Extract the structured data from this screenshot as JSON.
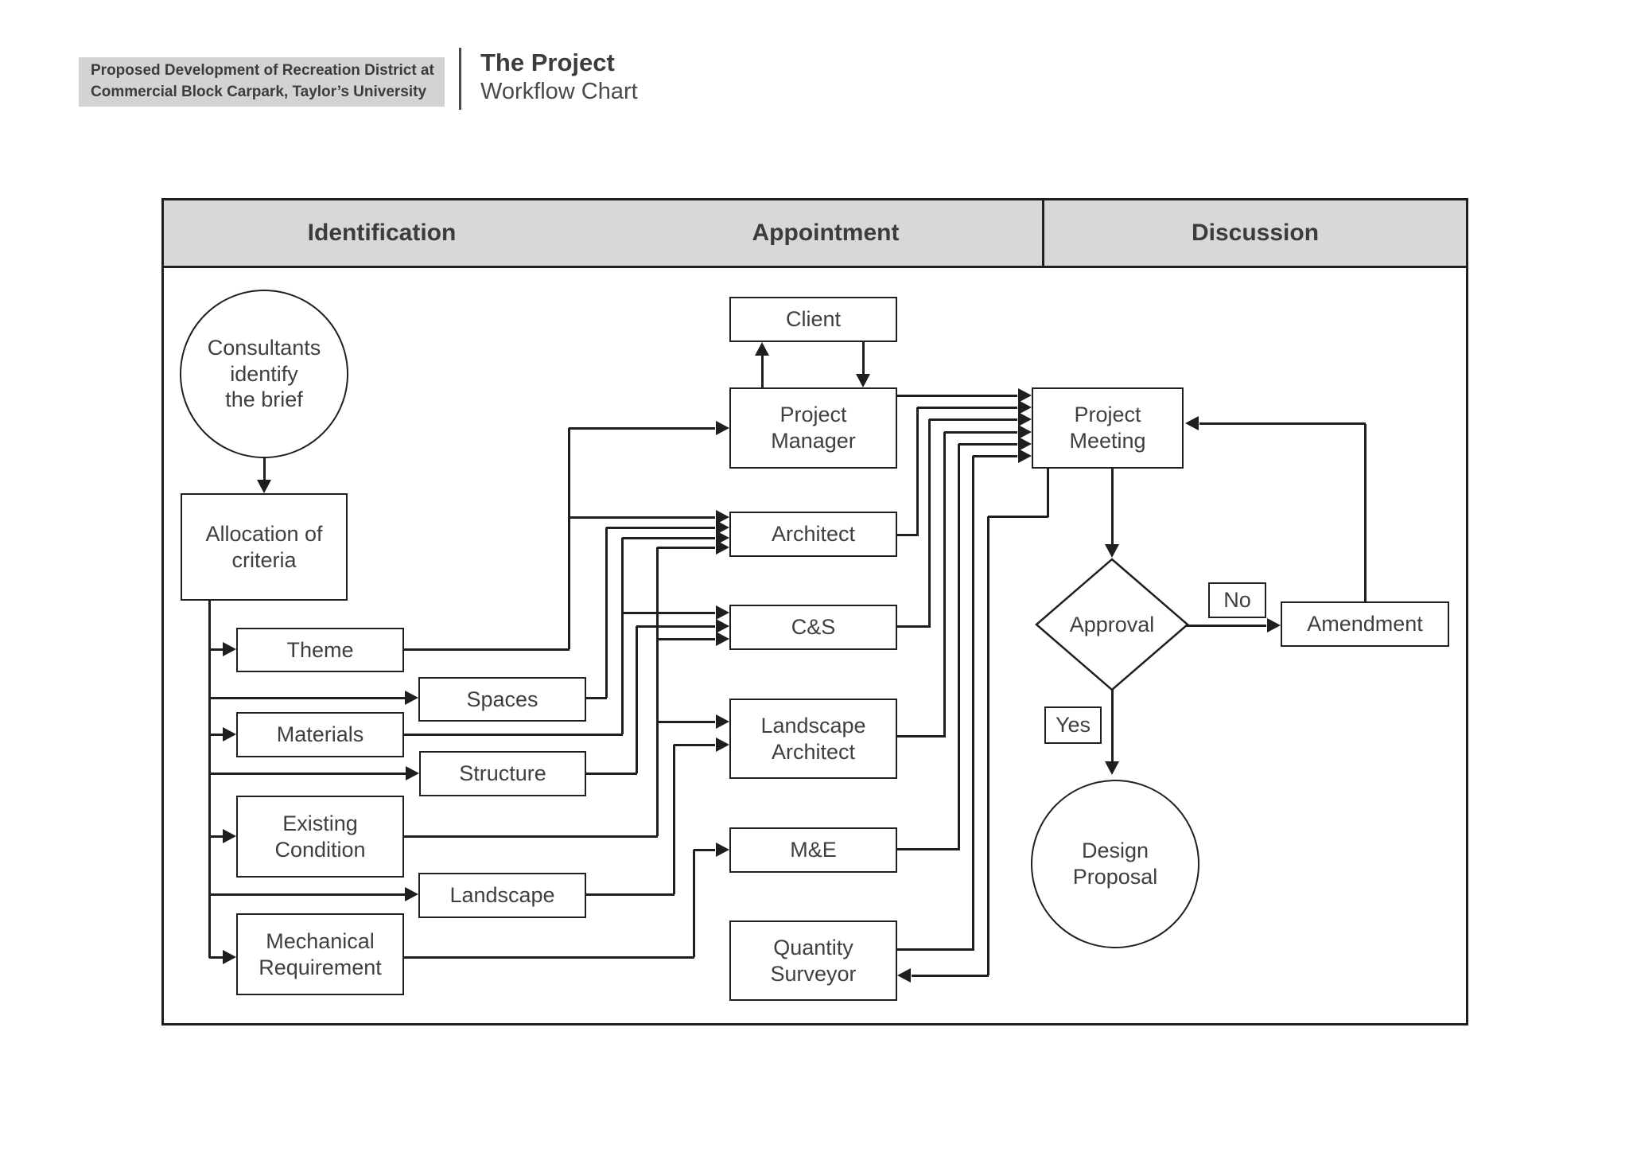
{
  "title_block": {
    "badge_line1": "Proposed Development of Recreation District at",
    "badge_line2": "Commercial Block Carpark, Taylor’s University",
    "title": "The Project",
    "subtitle": "Workflow Chart"
  },
  "phases": [
    "Identification",
    "Appointment",
    "Discussion"
  ],
  "nodes": {
    "consultants": "Consultants\nidentify\nthe brief",
    "allocation": "Allocation of\ncriteria",
    "theme": "Theme",
    "spaces": "Spaces",
    "materials": "Materials",
    "structure": "Structure",
    "existing_condition": "Existing\nCondition",
    "landscape": "Landscape",
    "mechanical_requirement": "Mechanical\nRequirement",
    "client": "Client",
    "project_manager": "Project\nManager",
    "architect": "Architect",
    "cs": "C&S",
    "landscape_architect": "Landscape\nArchitect",
    "me": "M&E",
    "quantity_surveyor": "Quantity\nSurveyor",
    "project_meeting": "Project\nMeeting",
    "approval": "Approval",
    "no": "No",
    "amendment": "Amendment",
    "yes": "Yes",
    "design_proposal": "Design\nProposal"
  },
  "colors": {
    "header_band": "#d8d8d8",
    "badge_background": "#d3d3d3",
    "line": "#1f1f1f",
    "text": "#3f3f3f",
    "background": "#ffffff"
  }
}
